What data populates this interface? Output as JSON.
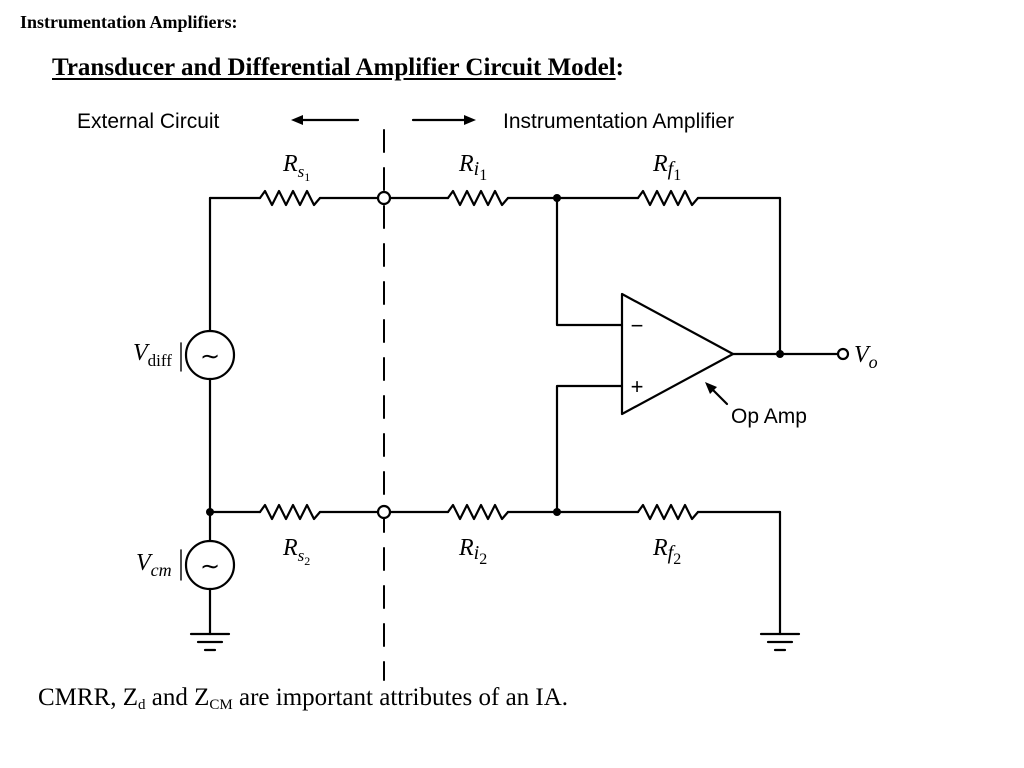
{
  "slide": {
    "heading": "Instrumentation Amplifiers:",
    "title": "Transducer and Differential Amplifier Circuit Model",
    "title_colon": ":",
    "region_left_label": "External Circuit",
    "region_right_label": "Instrumentation Amplifier",
    "opamp_label": "Op Amp"
  },
  "circuit": {
    "rs1": {
      "base": "R",
      "sub": "s",
      "subsub": "1"
    },
    "rs2": {
      "base": "R",
      "sub": "s",
      "subsub": "2"
    },
    "ri1": {
      "base": "R",
      "sub": "i",
      "subsub": "1"
    },
    "ri2": {
      "base": "R",
      "sub": "i",
      "subsub": "2"
    },
    "rf1": {
      "base": "R",
      "sub": "f",
      "subsub": "1"
    },
    "rf2": {
      "base": "R",
      "sub": "f",
      "subsub": "2"
    },
    "vdiff": {
      "base": "V",
      "sub": "diff"
    },
    "vcm": {
      "base": "V",
      "sub": "cm"
    },
    "vo": {
      "base": "V",
      "sub": "o"
    },
    "minus_sign": "−",
    "plus_sign": "+",
    "source_symbol": "∼"
  },
  "note": {
    "part1": "CMRR, Z",
    "sub1": "d",
    "part2": " and Z",
    "sub2": "CM",
    "part3": " are important attributes of an IA."
  }
}
